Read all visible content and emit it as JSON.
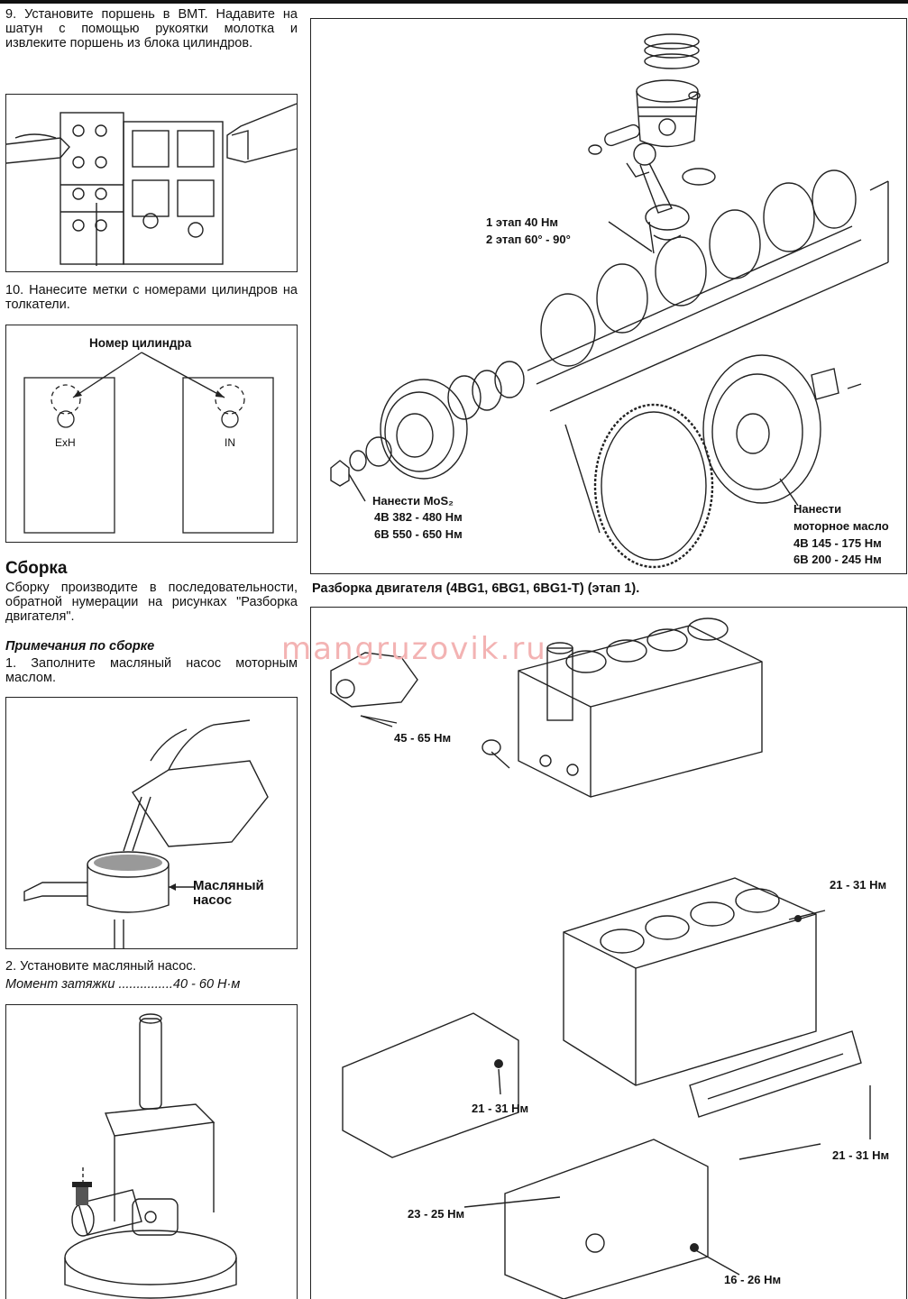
{
  "left": {
    "step9": "9. Установите поршень в ВМТ. Надавите на шатун с помощью рукоятки молотка и извлеките поршень из блока цилиндров.",
    "step10": "10. Нанесите метки с номерами цилиндров на толкатели.",
    "fig10": {
      "title": "Номер цилиндра",
      "left_label": "ExH",
      "right_label": "IN"
    },
    "assembly_heading": "Сборка",
    "assembly_text": "Сборку производите в последовательности, обратной нумерации на рисунках \"Разборка двигателя\".",
    "notes_heading": "Примечания по сборке",
    "note1": "1. Заполните масляный насос моторным маслом.",
    "pump_label_1": "Масляный",
    "pump_label_2": "насос",
    "note2": "2. Установите масляный насос.",
    "torque_line": "Момент затяжки ...............40 - 60 Н·м"
  },
  "right_top": {
    "stage_1": "1 этап 40 Нм",
    "stage_2": "2 этап 60° - 90°",
    "mos2_1": "Нанести MoS₂",
    "mos2_2": "4В  382 - 480 Нм",
    "mos2_3": "6В  550 - 650 Нм",
    "oil_1": "Нанести",
    "oil_2": "моторное масло",
    "oil_3": "4В  145 - 175 Нм",
    "oil_4": "6В  200 - 245 Нм"
  },
  "caption": "Разборка двигателя (4BG1, 6BG1, 6BG1-T) (этап 1).",
  "watermark": "mangruzovik.ru",
  "right_bottom": {
    "t1": "45 - 65 Нм",
    "t2": "21 - 31 Нм",
    "t3": "21 - 31 Нм",
    "t4": "21 - 31 Нм",
    "t5": "23 - 25 Нм",
    "t6": "16 - 26 Нм"
  }
}
